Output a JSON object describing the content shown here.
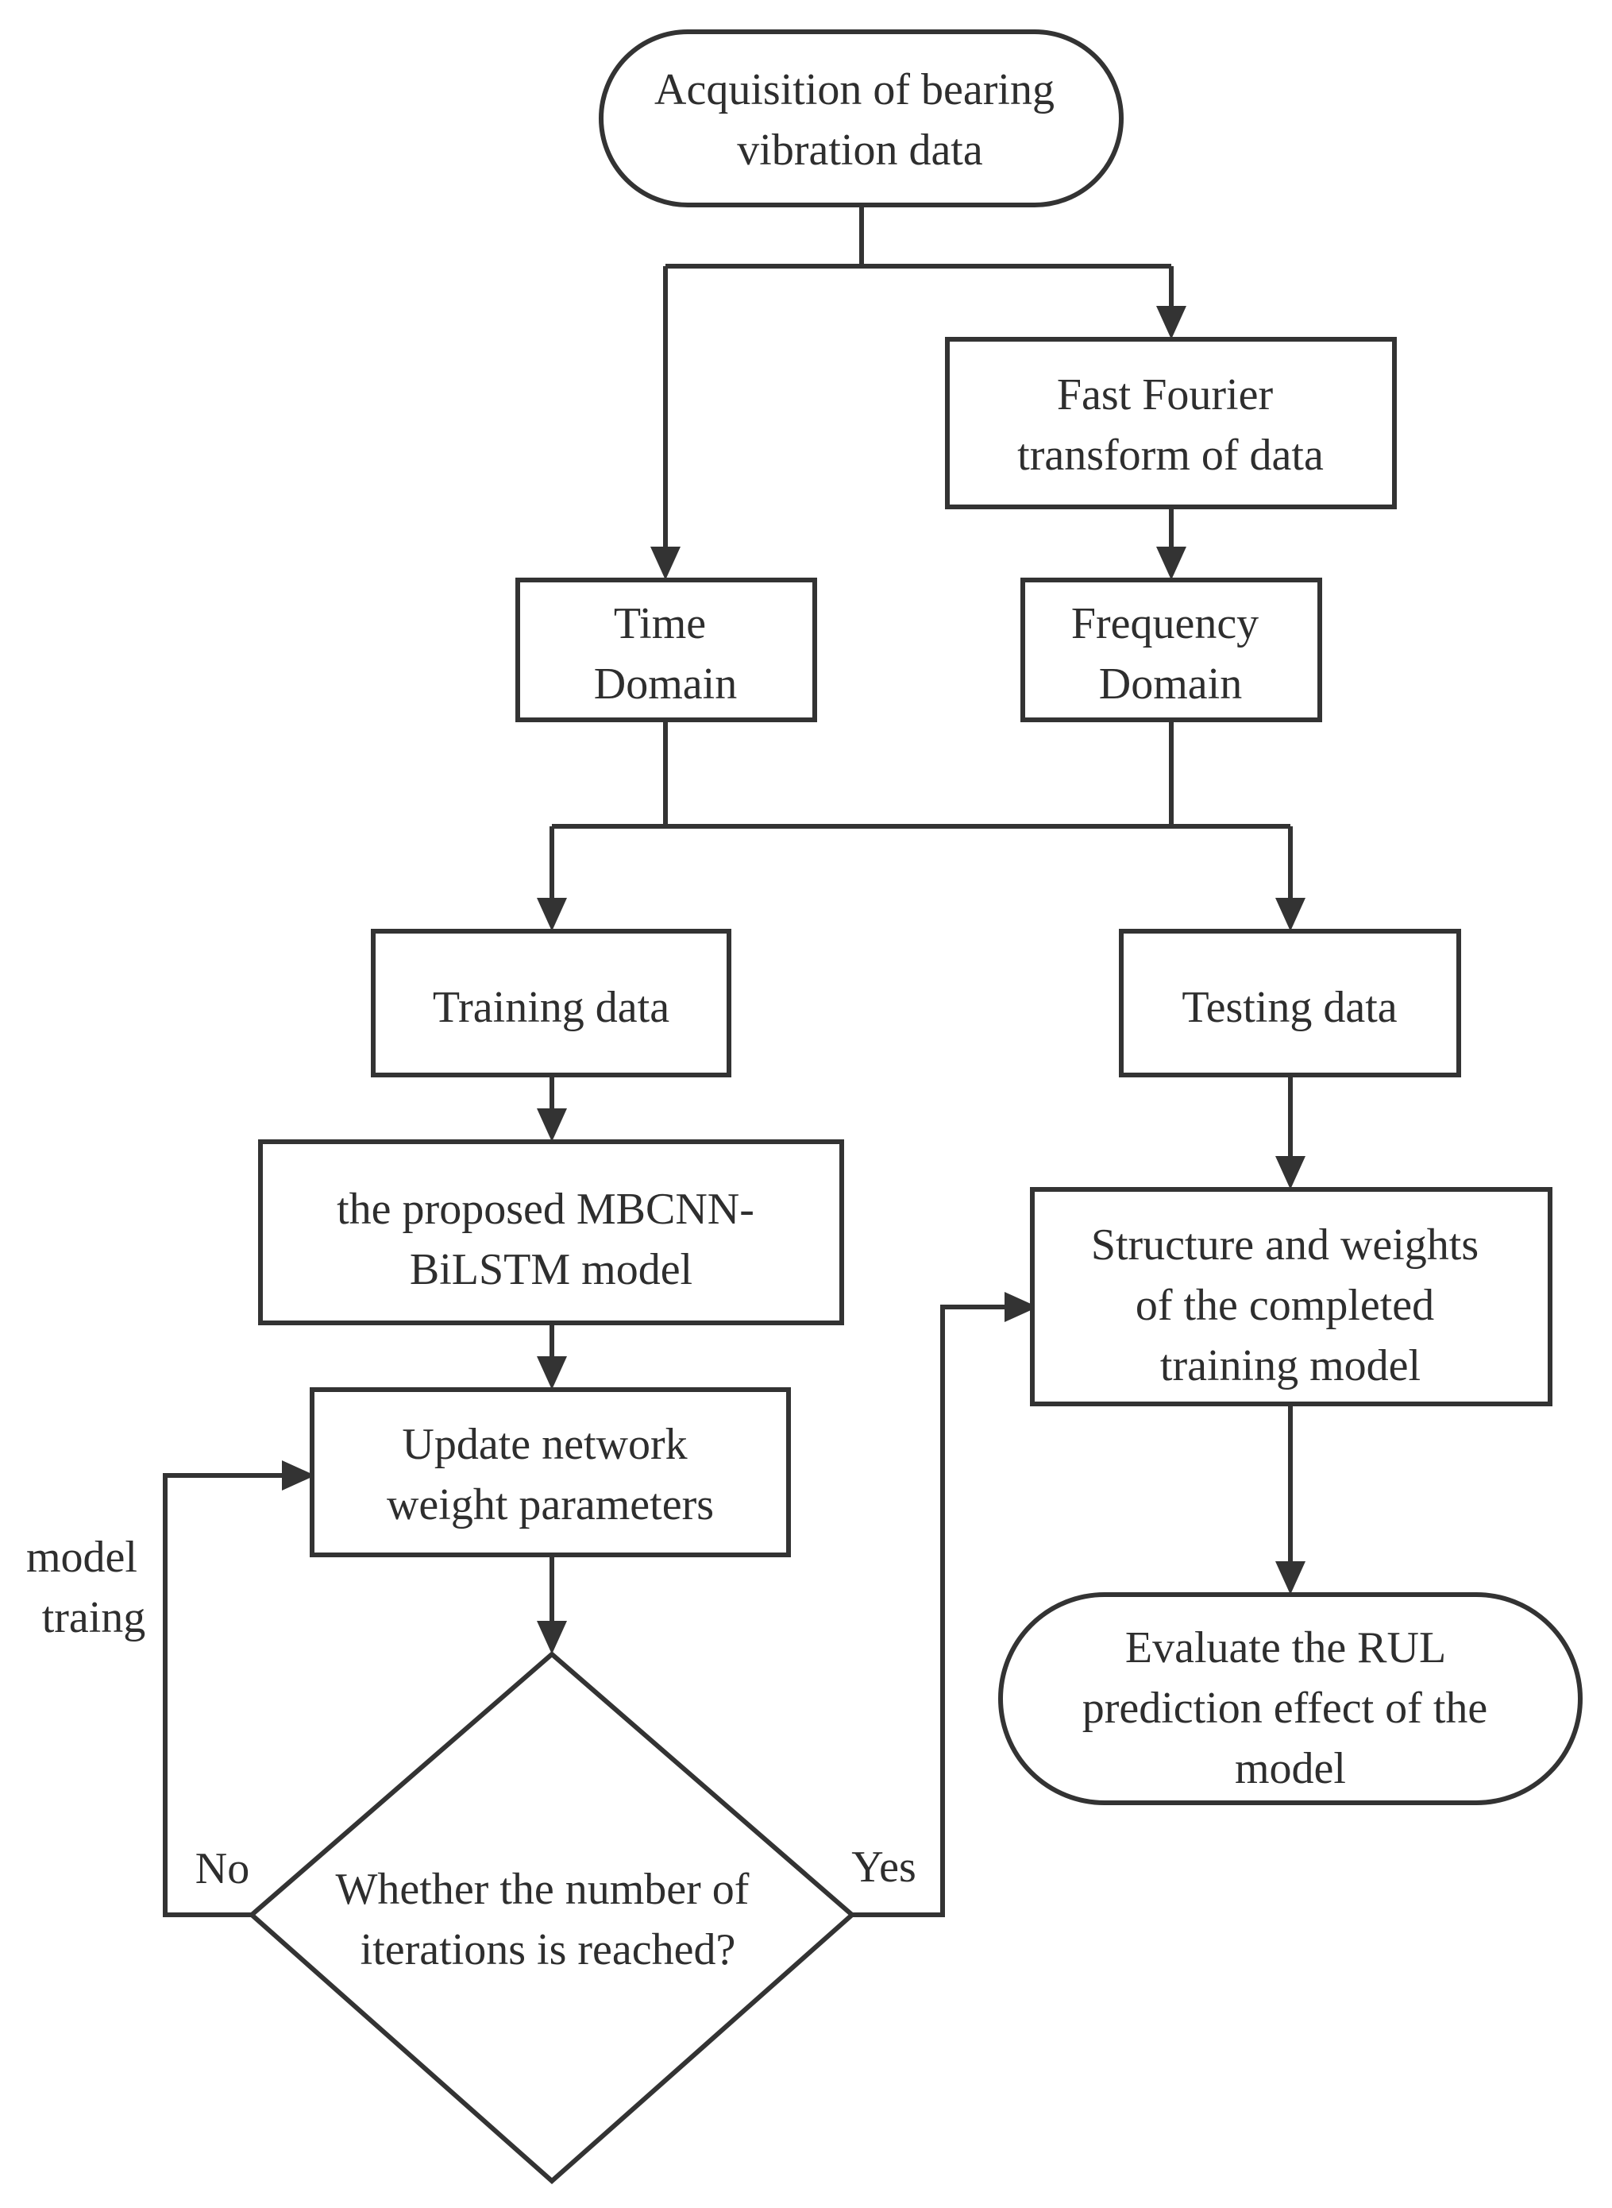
{
  "nodes": {
    "acquisition": {
      "lines": [
        "Acquisition of bearing",
        "vibration data"
      ]
    },
    "fft": {
      "lines": [
        "Fast Fourier",
        "transform of data"
      ]
    },
    "time_domain": {
      "lines": [
        "Time",
        "Domain"
      ]
    },
    "frequency_domain": {
      "lines": [
        "Frequency",
        "Domain"
      ]
    },
    "training_data": {
      "lines": [
        "Training data"
      ]
    },
    "testing_data": {
      "lines": [
        "Testing data"
      ]
    },
    "model": {
      "lines": [
        "the proposed MBCNN-",
        "BiLSTM model"
      ]
    },
    "update_weights": {
      "lines": [
        "Update network",
        "weight parameters"
      ]
    },
    "decision": {
      "lines": [
        "Whether the number of",
        "iterations is reached?"
      ]
    },
    "trained_model": {
      "lines": [
        "Structure and weights",
        "of the completed",
        "training model"
      ]
    },
    "evaluate": {
      "lines": [
        "Evaluate the RUL",
        "prediction effect of the",
        "model"
      ]
    }
  },
  "labels": {
    "model_training": [
      "model",
      "traing"
    ],
    "no": "No",
    "yes": "Yes"
  }
}
